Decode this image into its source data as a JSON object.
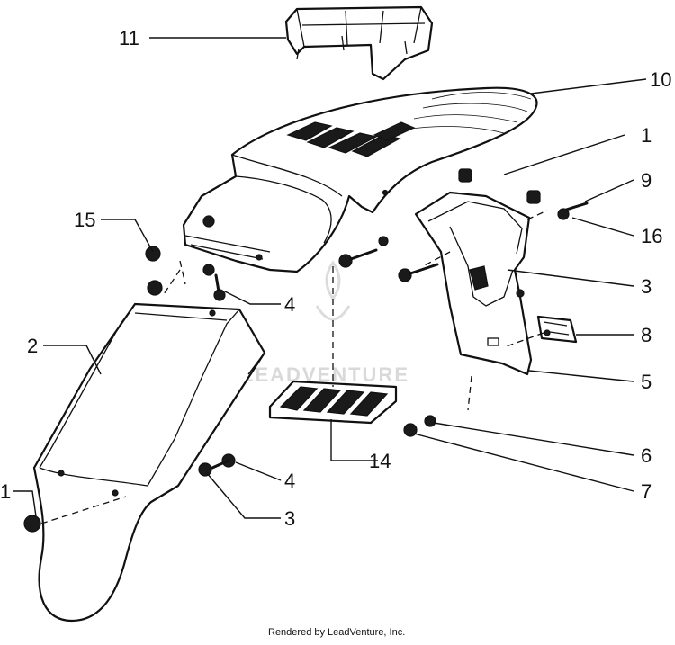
{
  "diagram": {
    "callouts": [
      {
        "id": "c11",
        "label": "11"
      },
      {
        "id": "c10",
        "label": "10"
      },
      {
        "id": "c1a",
        "label": "1"
      },
      {
        "id": "c9",
        "label": "9"
      },
      {
        "id": "c16",
        "label": "16"
      },
      {
        "id": "c15",
        "label": "15"
      },
      {
        "id": "c3a",
        "label": "3"
      },
      {
        "id": "c4a",
        "label": "4"
      },
      {
        "id": "c8",
        "label": "8"
      },
      {
        "id": "c2",
        "label": "2"
      },
      {
        "id": "c5",
        "label": "5"
      },
      {
        "id": "c6",
        "label": "6"
      },
      {
        "id": "c14",
        "label": "14"
      },
      {
        "id": "c4b",
        "label": "4"
      },
      {
        "id": "c7",
        "label": "7"
      },
      {
        "id": "c1b",
        "label": "1"
      },
      {
        "id": "c3b",
        "label": "3"
      }
    ],
    "watermark": "LEADVENTURE",
    "footer": "Rendered by LeadVenture, Inc."
  }
}
